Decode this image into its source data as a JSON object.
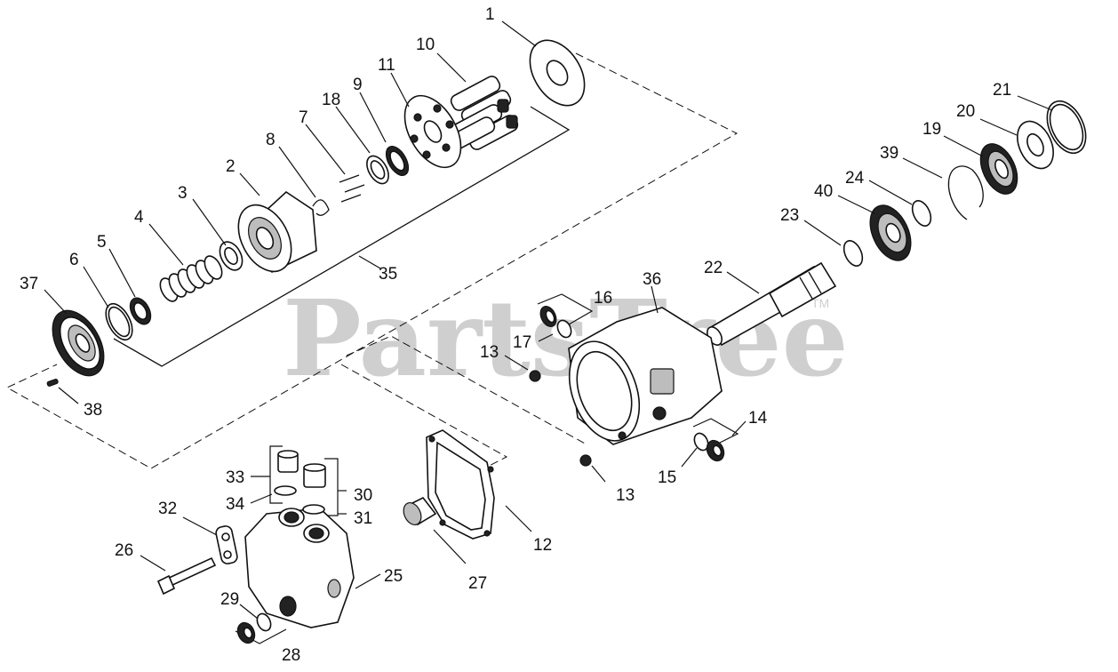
{
  "watermark": {
    "text": "PartsTree",
    "trademark": "TM"
  },
  "colors": {
    "line": "#111111",
    "watermark": "#cfcfcf",
    "background": "#ffffff"
  },
  "callouts": [
    {
      "id": "c1",
      "label": "1"
    },
    {
      "id": "c2",
      "label": "2"
    },
    {
      "id": "c3",
      "label": "3"
    },
    {
      "id": "c4",
      "label": "4"
    },
    {
      "id": "c5",
      "label": "5"
    },
    {
      "id": "c6",
      "label": "6"
    },
    {
      "id": "c7",
      "label": "7"
    },
    {
      "id": "c8",
      "label": "8"
    },
    {
      "id": "c9",
      "label": "9"
    },
    {
      "id": "c10",
      "label": "10"
    },
    {
      "id": "c11",
      "label": "11"
    },
    {
      "id": "c12",
      "label": "12"
    },
    {
      "id": "c13a",
      "label": "13"
    },
    {
      "id": "c13b",
      "label": "13"
    },
    {
      "id": "c14",
      "label": "14"
    },
    {
      "id": "c15",
      "label": "15"
    },
    {
      "id": "c16",
      "label": "16"
    },
    {
      "id": "c17",
      "label": "17"
    },
    {
      "id": "c18",
      "label": "18"
    },
    {
      "id": "c19",
      "label": "19"
    },
    {
      "id": "c20",
      "label": "20"
    },
    {
      "id": "c21",
      "label": "21"
    },
    {
      "id": "c22",
      "label": "22"
    },
    {
      "id": "c23",
      "label": "23"
    },
    {
      "id": "c24",
      "label": "24"
    },
    {
      "id": "c25",
      "label": "25"
    },
    {
      "id": "c26",
      "label": "26"
    },
    {
      "id": "c27",
      "label": "27"
    },
    {
      "id": "c28",
      "label": "28"
    },
    {
      "id": "c29",
      "label": "29"
    },
    {
      "id": "c30",
      "label": "30"
    },
    {
      "id": "c31",
      "label": "31"
    },
    {
      "id": "c32",
      "label": "32"
    },
    {
      "id": "c33",
      "label": "33"
    },
    {
      "id": "c34",
      "label": "34"
    },
    {
      "id": "c35",
      "label": "35"
    },
    {
      "id": "c36",
      "label": "36"
    },
    {
      "id": "c37",
      "label": "37"
    },
    {
      "id": "c38",
      "label": "38"
    },
    {
      "id": "c39",
      "label": "39"
    },
    {
      "id": "c40",
      "label": "40"
    }
  ]
}
